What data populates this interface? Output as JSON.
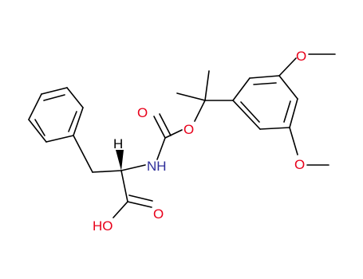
{
  "molecule": {
    "atom_labels": {
      "amide_h": "H",
      "nh": "NH",
      "carbonyl_o": "O",
      "ester_o": "O",
      "acid_o": "O",
      "acid_oh": "HO",
      "ome_top_o": "O",
      "ome_bottom_o": "O"
    }
  },
  "colors": {
    "bond": "#000000",
    "oxygen": "#e8001a",
    "nitrogen": "#2e2e9a",
    "background": "#ffffff"
  }
}
